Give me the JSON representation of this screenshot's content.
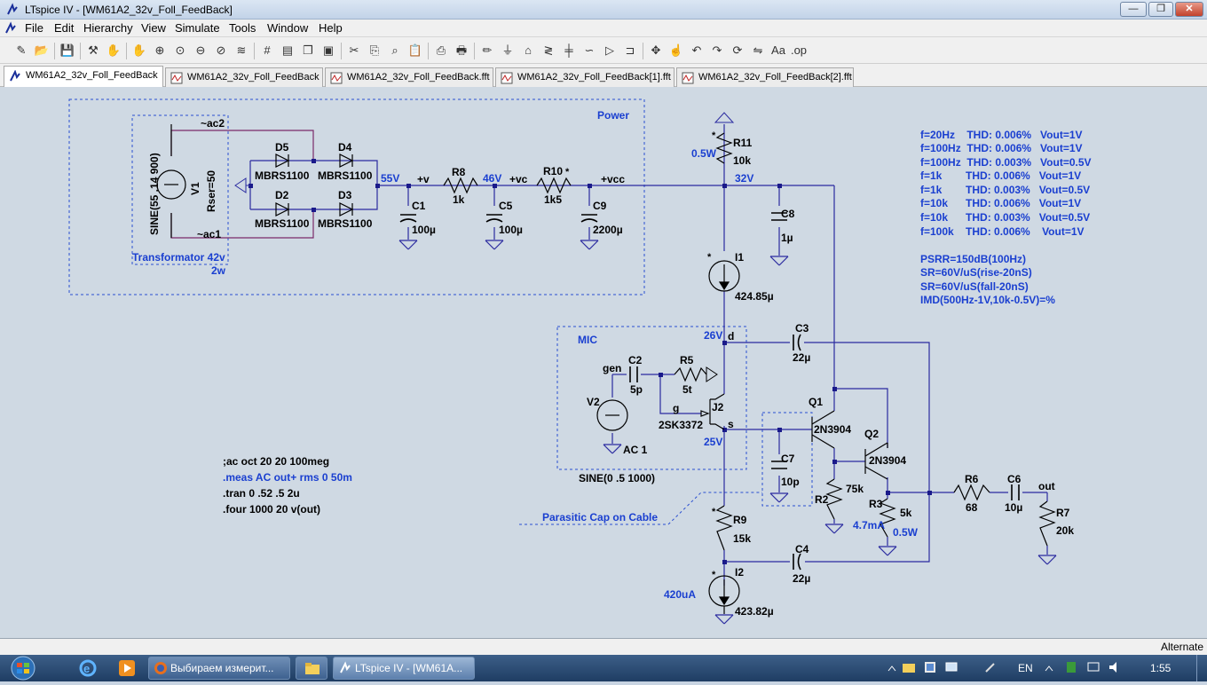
{
  "window": {
    "title": "LTspice IV - [WM61A2_32v_Foll_FeedBack]",
    "buttons": {
      "minimize": "—",
      "restore": "❐",
      "close": "✕"
    },
    "mdi_buttons": {
      "minimize": "—",
      "restore": "❐",
      "close": "✕"
    }
  },
  "menu": [
    "File",
    "Edit",
    "Hierarchy",
    "View",
    "Simulate",
    "Tools",
    "Window",
    "Help"
  ],
  "tabs": [
    {
      "label": "WM61A2_32v_Foll_FeedBack",
      "kind": "schematic"
    },
    {
      "label": "WM61A2_32v_Foll_FeedBack",
      "kind": "waveform"
    },
    {
      "label": "WM61A2_32v_Foll_FeedBack.fft",
      "kind": "waveform"
    },
    {
      "label": "WM61A2_32v_Foll_FeedBack[1].fft",
      "kind": "waveform"
    },
    {
      "label": "WM61A2_32v_Foll_FeedBack[2].fft",
      "kind": "waveform"
    }
  ],
  "toolbar_icons": [
    "new-schematic-icon",
    "open-icon",
    "save-icon",
    "control-panel-icon",
    "halt-icon",
    "pan-icon",
    "zoom-in-icon",
    "zoom-full-icon",
    "zoom-out-icon",
    "zoom-cancel-icon",
    "autorange-icon",
    "grid-icon",
    "tile-vertical-icon",
    "cascade-icon",
    "close-all-icon",
    "cut-icon",
    "copy-icon",
    "find-icon",
    "paste-icon",
    "print-preview-icon",
    "print-icon",
    "wire-icon",
    "ground-icon",
    "label-icon",
    "resistor-icon",
    "capacitor-icon",
    "inductor-icon",
    "diode-icon",
    "component-icon",
    "move-icon",
    "drag-icon",
    "undo-icon",
    "redo-icon",
    "rotate-icon",
    "mirror-icon",
    "text-icon",
    "spice-directive-icon"
  ],
  "schematic": {
    "colors": {
      "wire": "#2a2aa0",
      "node": "#1a1a8a",
      "part": "#000000",
      "label_blue": "#1a3fd0",
      "box": "#1a3fd0",
      "box_purple": "#7a2a6a"
    },
    "texts": {
      "power_box": "Power",
      "ac2": "~ac2",
      "ac1": "~ac1",
      "v1_name": "V1",
      "v1_value": "SINE(55 .14 900)",
      "v1_rser": "Rser=50",
      "transformator": "Transformator 42v",
      "transformator_w": "2w",
      "d5": "D5",
      "d4": "D4",
      "d2": "D2",
      "d3": "D3",
      "mbrs_d5": "MBRS1100",
      "mbrs_d4": "MBRS1100",
      "mbrs_d2": "MBRS1100",
      "mbrs_d3": "MBRS1100",
      "v55": "55V",
      "net_v": "+v",
      "r8": "R8",
      "r8_val": "1k",
      "v46": "46V",
      "net_vc": "+vc",
      "r10": "R10",
      "r10_val": "1k5",
      "net_vcc": "+vcc",
      "c1": "C1",
      "c1_val": "100µ",
      "c5": "C5",
      "c5_val": "100µ",
      "c9": "C9",
      "c9_val": "2200µ",
      "r11": "R11",
      "r11_val": "10k",
      "r11_pow": "0.5W",
      "v32": "32V",
      "c8": "C8",
      "c8_val": "1µ",
      "i1": "I1",
      "i1_val": "424.85µ",
      "mic_box": "MIC",
      "v26": "26V",
      "net_d": "d",
      "c3": "C3",
      "c3_val": "22µ",
      "gen": "gen",
      "c2": "C2",
      "c2_val": "5p",
      "r5": "R5",
      "r5_val": "5t",
      "v2": "V2",
      "v2_ac": "AC 1",
      "g": "g",
      "j2": "J2",
      "j2_val": "2SK3372",
      "net_s": "s",
      "v25": "25V",
      "sine_mic": "SINE(0 .5 1000)",
      "q1": "Q1",
      "q1_val": "2N3904",
      "q2": "Q2",
      "q2_val": "2N3904",
      "c7": "C7",
      "c7_val": "10p",
      "r2": "R2",
      "r2_val": "75k",
      "r3": "R3",
      "r3_val": "5k",
      "r3_cur": "4.7mA",
      "r3_pow": "0.5W",
      "r6": "R6",
      "r6_val": "68",
      "c6": "C6",
      "c6_val": "10µ",
      "out": "out",
      "r7": "R7",
      "r7_val": "20k",
      "parasitic": "Parasitic Cap on Cable",
      "r9": "R9",
      "r9_val": "15k",
      "c4": "C4",
      "c4_val": "22µ",
      "i2": "I2",
      "i2_val": "423.82µ",
      "i2_cur": "420uA",
      "star": "*"
    },
    "directives": [
      ";ac oct 20 20 100meg",
      ".meas AC out+ rms 0 50m",
      ".tran 0 .52 .5 2u",
      ".four 1000 20 v(out)"
    ],
    "notes": [
      "f=20Hz    THD: 0.006%   Vout=1V",
      "f=100Hz  THD: 0.006%   Vout=1V",
      "f=100Hz  THD: 0.003%   Vout=0.5V",
      "f=1k        THD: 0.006%   Vout=1V",
      "f=1k        THD: 0.003%   Vout=0.5V",
      "f=10k      THD: 0.006%   Vout=1V",
      "f=10k      THD: 0.003%   Vout=0.5V",
      "f=100k    THD: 0.006%    Vout=1V",
      "",
      "PSRR=150dB(100Hz)",
      "SR=60V/uS(rise-20nS)",
      "SR=60V/uS(fall-20nS)",
      "IMD(500Hz-1V,10k-0.5V)=%"
    ]
  },
  "status": {
    "text": "Alternate"
  },
  "taskbar": {
    "tasks": [
      {
        "label": "Выбираем измерит..."
      },
      {
        "label": ""
      },
      {
        "label": "LTspice IV - [WM61A..."
      }
    ],
    "lang": "EN",
    "clock": "1:55"
  }
}
